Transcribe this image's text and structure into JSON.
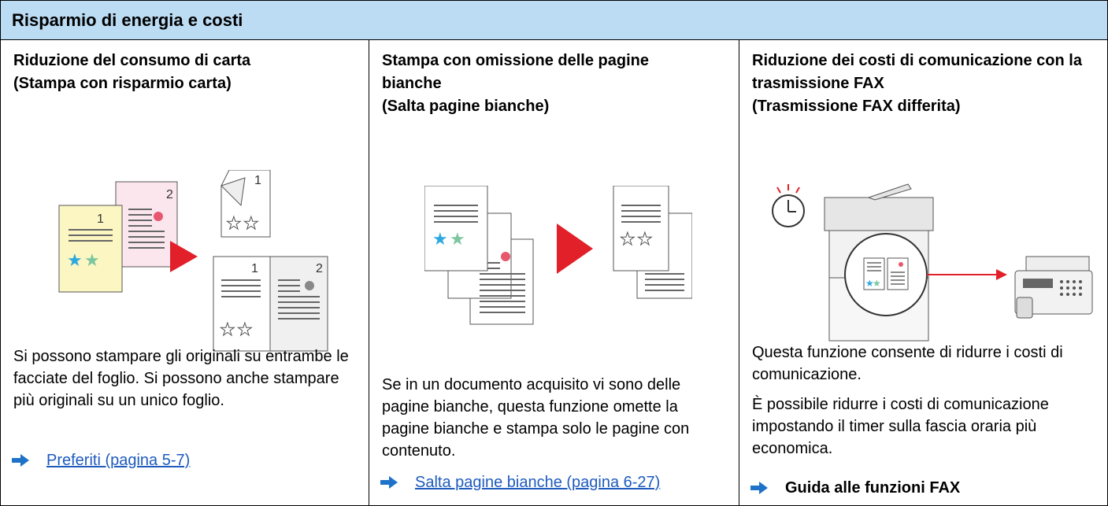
{
  "header": {
    "title": "Risparmio di energia e costi"
  },
  "columns": [
    {
      "title": "Riduzione del consumo di carta\n(Stampa con risparmio carta)",
      "description": [
        "Si possono stampare gli originali su entrambe le facciate del foglio. Si possono anche stampare più originali su un unico foglio."
      ],
      "ref": {
        "text": "Preferiti (pagina 5-7)",
        "style": "link"
      },
      "illustration": {
        "page_numbers": [
          "2",
          "1",
          "1",
          "1",
          "2"
        ]
      }
    },
    {
      "title": "Stampa con omissione delle pagine bianche\n(Salta pagine bianche)",
      "description": [
        "Se in un documento acquisito vi sono delle pagine bianche, questa funzione omette la pagine bianche e stampa solo le pagine con contenuto."
      ],
      "ref": {
        "text": "Salta pagine bianche (pagina 6-27)",
        "style": "link"
      }
    },
    {
      "title": "Riduzione dei costi di comunicazione con la trasmissione FAX\n(Trasmissione FAX differita)",
      "description": [
        "Questa funzione consente di ridurre i costi di comunicazione.",
        "È possibile ridurre i costi di comunicazione impostando il timer sulla fascia oraria più economica."
      ],
      "ref": {
        "text": "Guida alle funzioni FAX",
        "style": "bold"
      }
    }
  ],
  "colors": {
    "header_bg": "#bcdcf4",
    "accent_red": "#e2202a",
    "arrow_blue": "#1e73c8",
    "link_blue": "#1e5bbd",
    "page_yellow": "#fbf6c2",
    "page_pink": "#fbe6ee"
  },
  "icons": [
    "arrow-right-icon",
    "red-play-triangle-icon",
    "clock-icon",
    "fax-machine-icon",
    "printer-icon"
  ]
}
